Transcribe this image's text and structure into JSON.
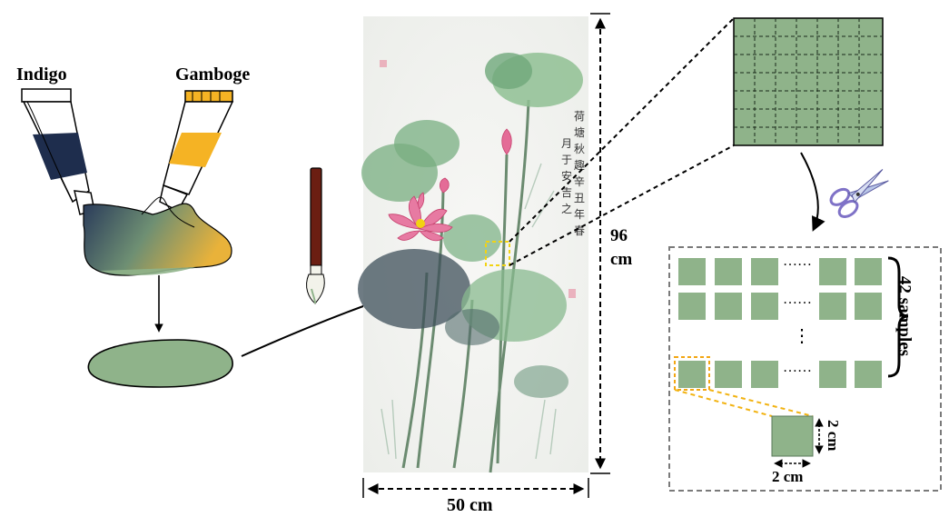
{
  "paints": {
    "indigo_label": "Indigo",
    "gamboge_label": "Gamboge"
  },
  "painting": {
    "height_label_value": "96",
    "height_label_unit": "cm",
    "width_label": "50 cm",
    "calligraphy": [
      "荷塘",
      "秋趣",
      "辛丑",
      "年春",
      "月于",
      "安吉",
      "之"
    ]
  },
  "samples": {
    "count_label": "42 samples",
    "sample_height_label": "2 cm",
    "sample_width_label": "2 cm",
    "dots": "……",
    "vdots": "⋮"
  },
  "colors": {
    "indigo": "#1e2d4d",
    "gamboge": "#f5b324",
    "green": "#8fb38a",
    "highlight": "#f2d312",
    "grey_border": "#7a7a7a"
  }
}
